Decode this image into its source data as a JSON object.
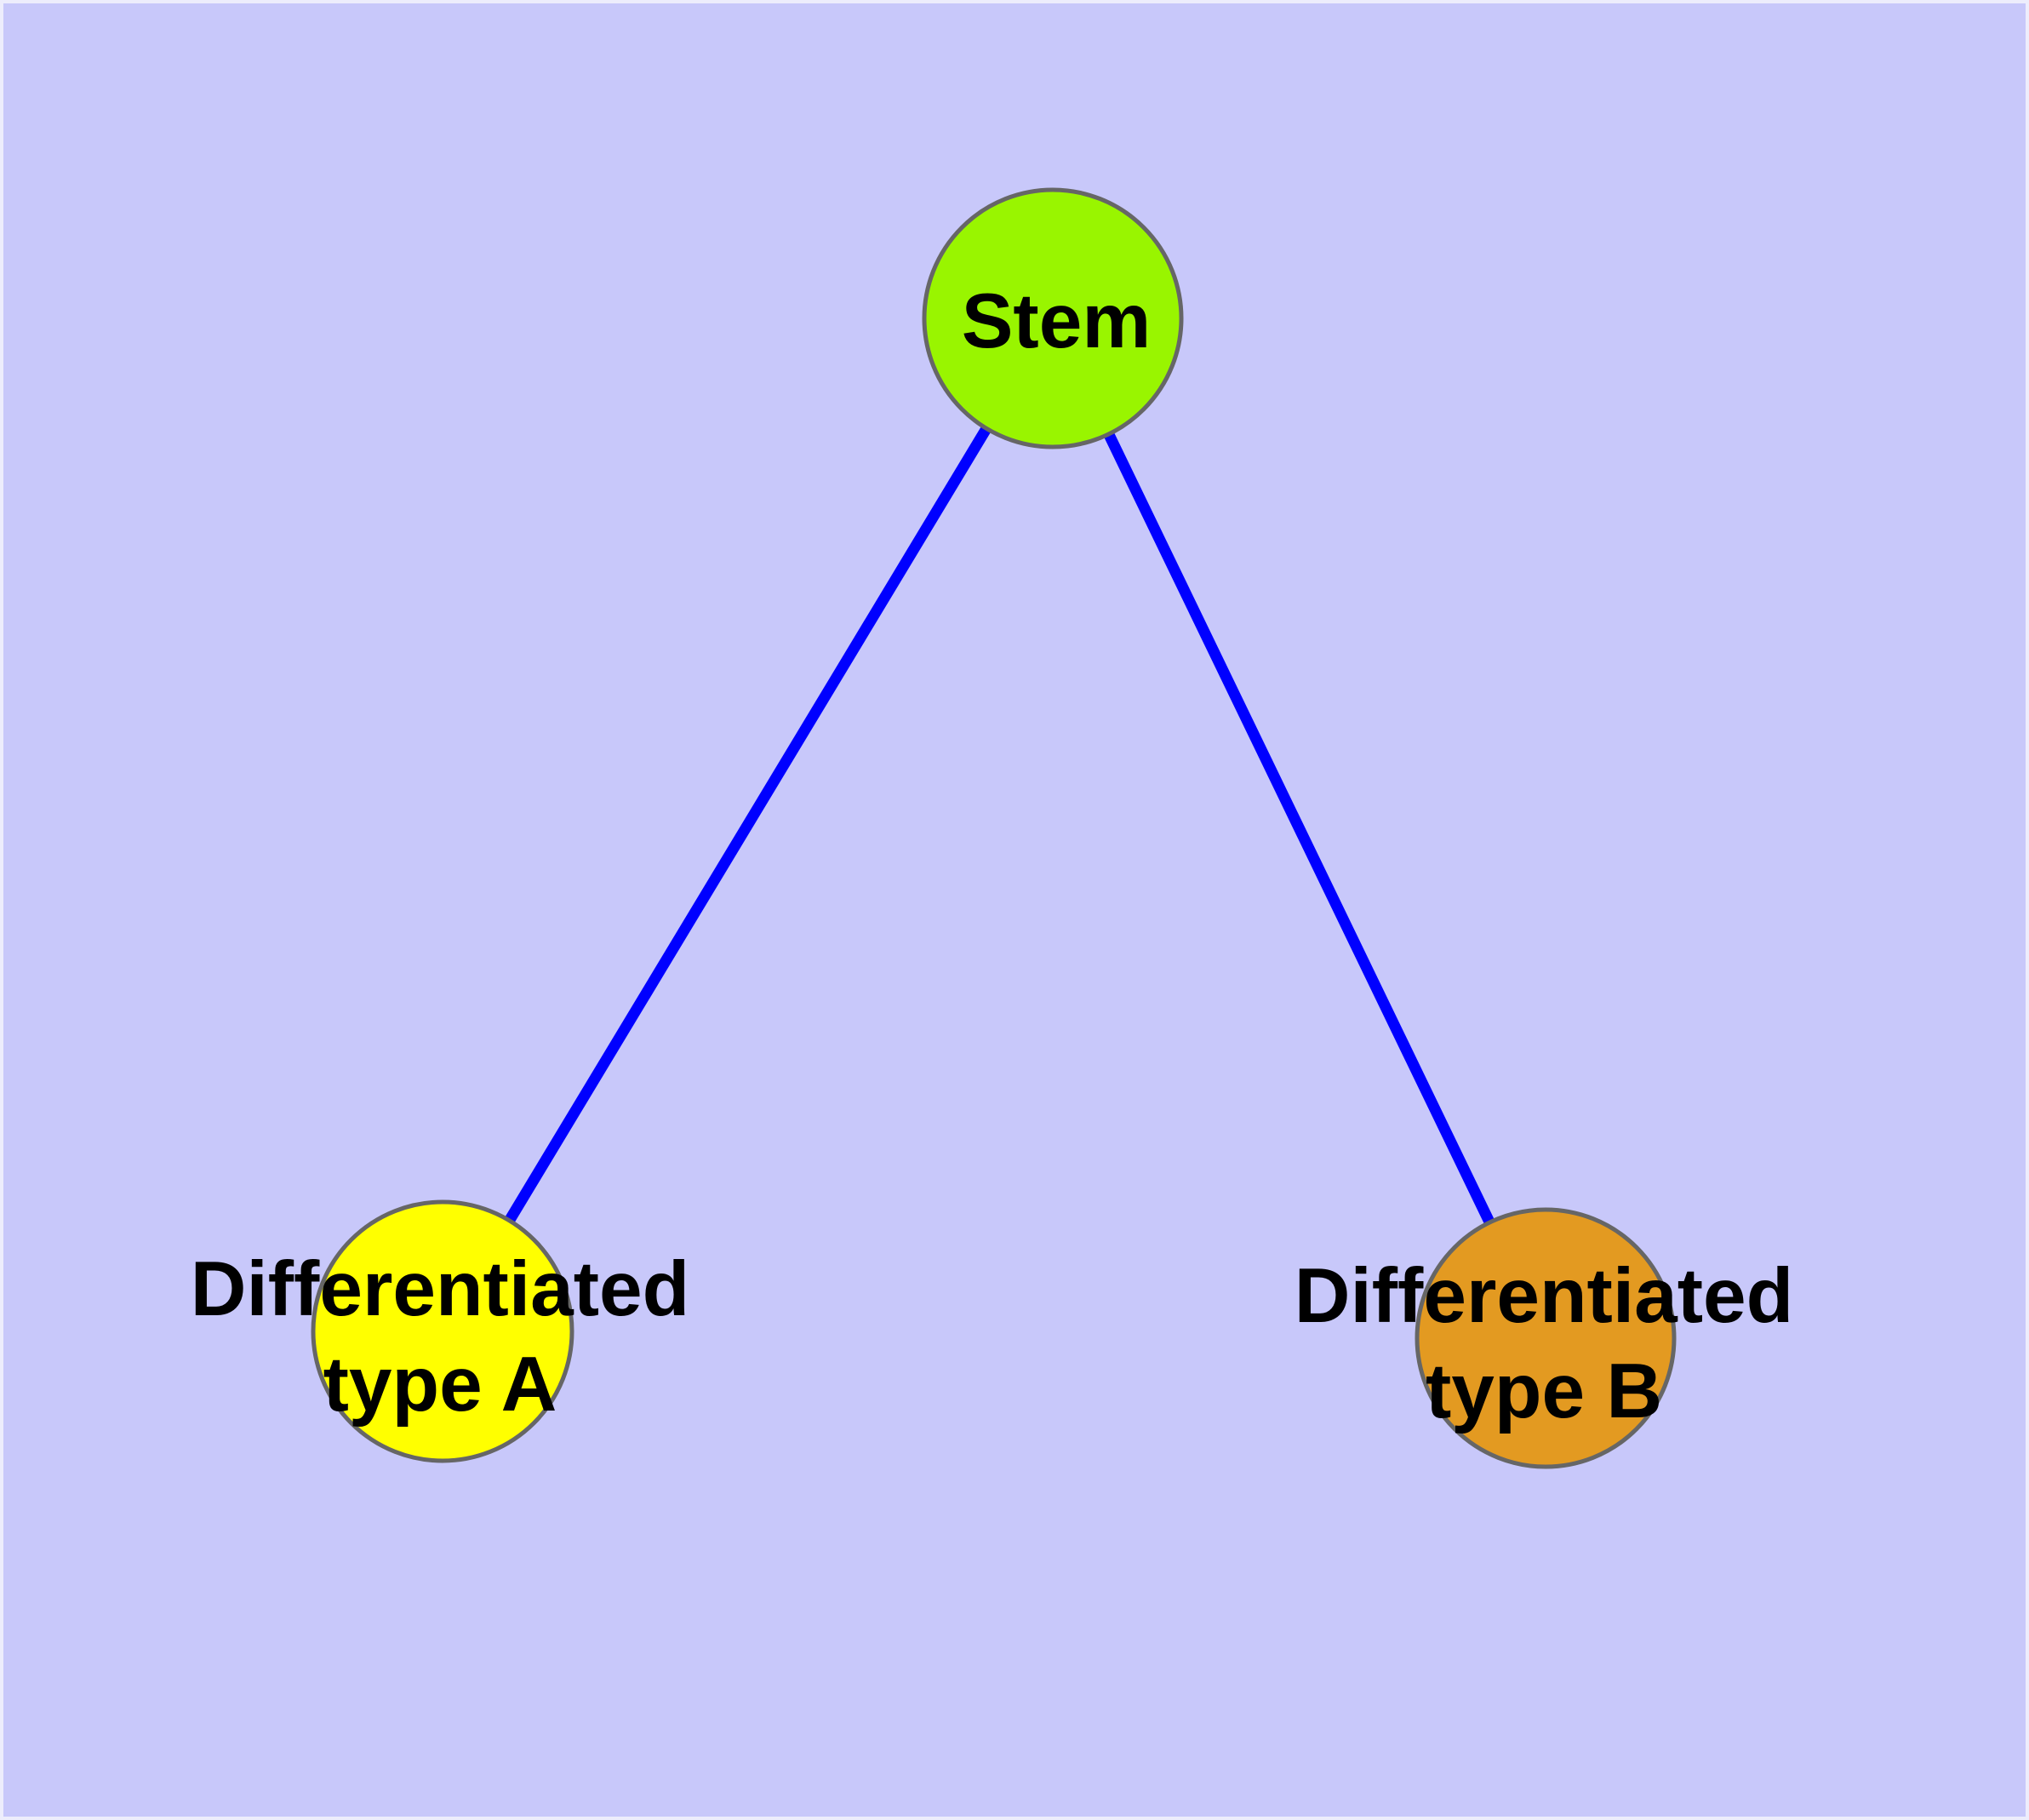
{
  "nodes": {
    "stem": {
      "label": "Stem",
      "color": "#99F500"
    },
    "type_a": {
      "label_line1": "Differentiated",
      "label_line2": "type A",
      "color": "#FFFF00"
    },
    "type_b": {
      "label_line1": "Differentiated",
      "label_line2": "type B",
      "color": "#E39A21"
    }
  },
  "edges": [
    {
      "from": "Stem",
      "to": "Differentiated type A"
    },
    {
      "from": "Stem",
      "to": "Differentiated type B"
    }
  ],
  "style": {
    "background_color": "#C8C8FA",
    "edge_color": "#0000FF",
    "node_border_color": "#666666",
    "label_color": "#000000"
  }
}
